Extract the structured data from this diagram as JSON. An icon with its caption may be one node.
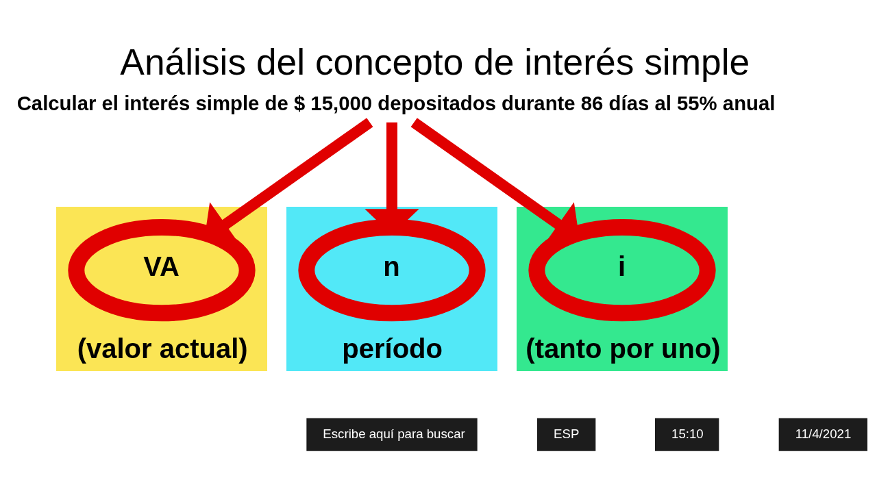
{
  "diagram": {
    "title": "Análisis del concepto de interés simple",
    "nodes": [
      {
        "text": [
          "Calcular el interés simple de $ 15,000 depositados durante 86 días al 55% anual"
        ]
      },
      {
        "text": [
          "(valor actual)"
        ]
      },
      {
        "text": [
          "VA"
        ],
        "in": 1
      },
      {
        "text": [
          "período"
        ]
      },
      {
        "text": [
          "n"
        ],
        "in": 3
      },
      {
        "text": [
          "(tanto por uno)"
        ]
      },
      {
        "text": [
          "i"
        ],
        "in": 5
      }
    ],
    "edges": [
      {
        "from": 0,
        "to": 2,
        "arrow": "to"
      },
      {
        "from": 0,
        "to": 4,
        "arrow": "to"
      },
      {
        "from": 0,
        "to": 6,
        "arrow": "to"
      }
    ],
    "labels": [
      "Escribe aquí para buscar",
      "ESP",
      "15:10",
      "11/4/2021"
    ]
  }
}
